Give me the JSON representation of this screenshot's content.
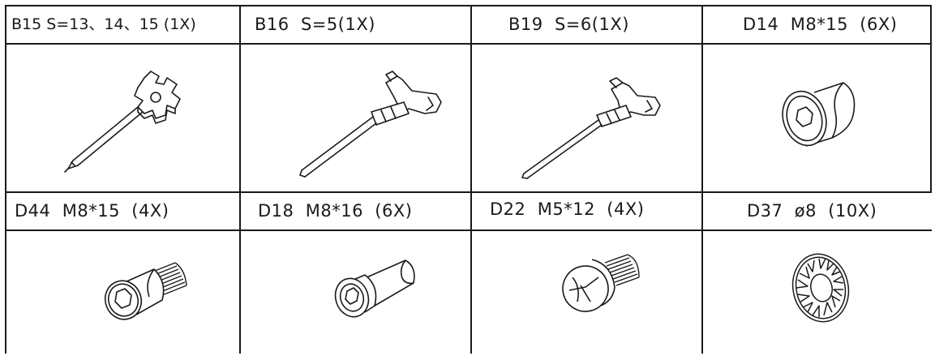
{
  "parts": [
    {
      "label": "B15 S=13、14、15 (1X)",
      "icon": "cross-spanner-screwdriver-icon"
    },
    {
      "label": "B16  S=5(1X)",
      "icon": "t-handle-hex-key-icon"
    },
    {
      "label": "B19  S=6(1X)",
      "icon": "t-handle-hex-key-icon"
    },
    {
      "label": "D14  M8*15  (6X)",
      "icon": "button-head-socket-bolt-icon"
    },
    {
      "label": "D44  M8*15  (4X)",
      "icon": "socket-head-cap-screw-icon"
    },
    {
      "label": "D18  M8*16  (6X)",
      "icon": "countersunk-socket-screw-icon"
    },
    {
      "label": "D22  M5*12  (4X)",
      "icon": "pan-head-cross-screw-icon"
    },
    {
      "label": "D37  ø8  (10X)",
      "icon": "toothed-lock-washer-icon"
    }
  ]
}
